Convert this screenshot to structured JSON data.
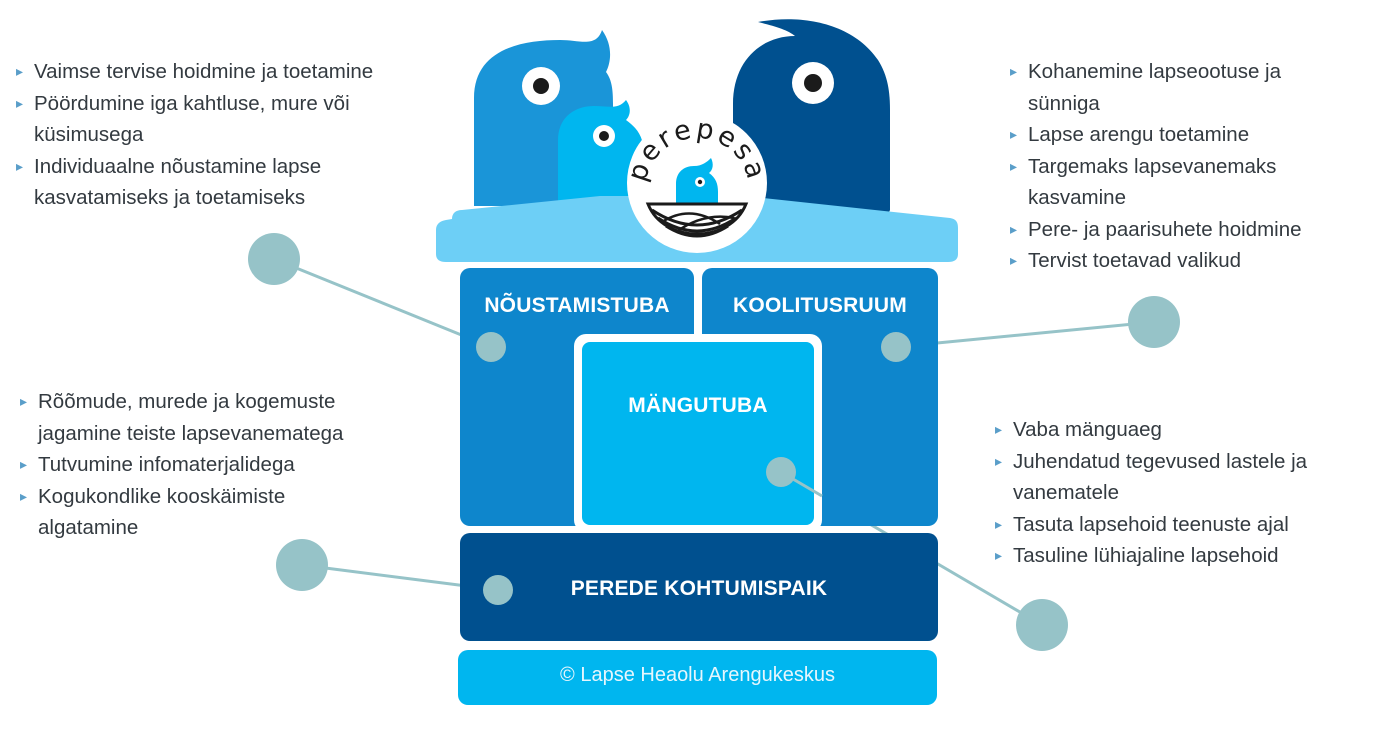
{
  "logo": {
    "wordmark": "perepesa",
    "icon": "bird-in-nest-logo"
  },
  "colors": {
    "roof": "#6dcff6",
    "room_mid_blue": "#0e86cc",
    "room_light_blue": "#00b6ef",
    "room_dark_blue": "#00508f",
    "connector": "#96c3c8",
    "bird_blue": "#1a95d8",
    "bird_light": "#00b6ef",
    "bird_dark": "#00508f"
  },
  "rooms": {
    "noustamistuba": "NÕUSTAMISTUBA",
    "koolitusruum": "KOOLITUSRUUM",
    "mangutuba": "MÄNGUTUBA",
    "kohtumispaik": "PEREDE KOHTUMISPAIK"
  },
  "footer": {
    "copyright": "© Lapse Heaolu Arengukeskus"
  },
  "lists": {
    "noustamistuba": [
      "Vaimse tervise hoidmine ja toetamine",
      "Pöördumine iga kahtluse, mure või küsimusega",
      "Individuaalne nõustamine lapse kasvatamiseks ja toetamiseks"
    ],
    "koolitusruum": [
      "Kohanemine lapseootuse ja sünniga",
      "Lapse arengu toetamine",
      "Targemaks lapsevanemaks kasvamine",
      "Pere- ja paarisuhete hoidmine",
      "Tervist toetavad valikud"
    ],
    "kohtumispaik": [
      "Rõõmude, murede ja kogemuste jagamine teiste lapsevanematega",
      "Tutvumine infomaterjalidega",
      "Kogukondlike kooskäimiste algatamine"
    ],
    "mangutuba": [
      "Vaba mänguaeg",
      "Juhendatud tegevused lastele ja vanematele",
      "Tasuta lapsehoid teenuste ajal",
      "Tasuline lühiajaline lapsehoid"
    ]
  }
}
